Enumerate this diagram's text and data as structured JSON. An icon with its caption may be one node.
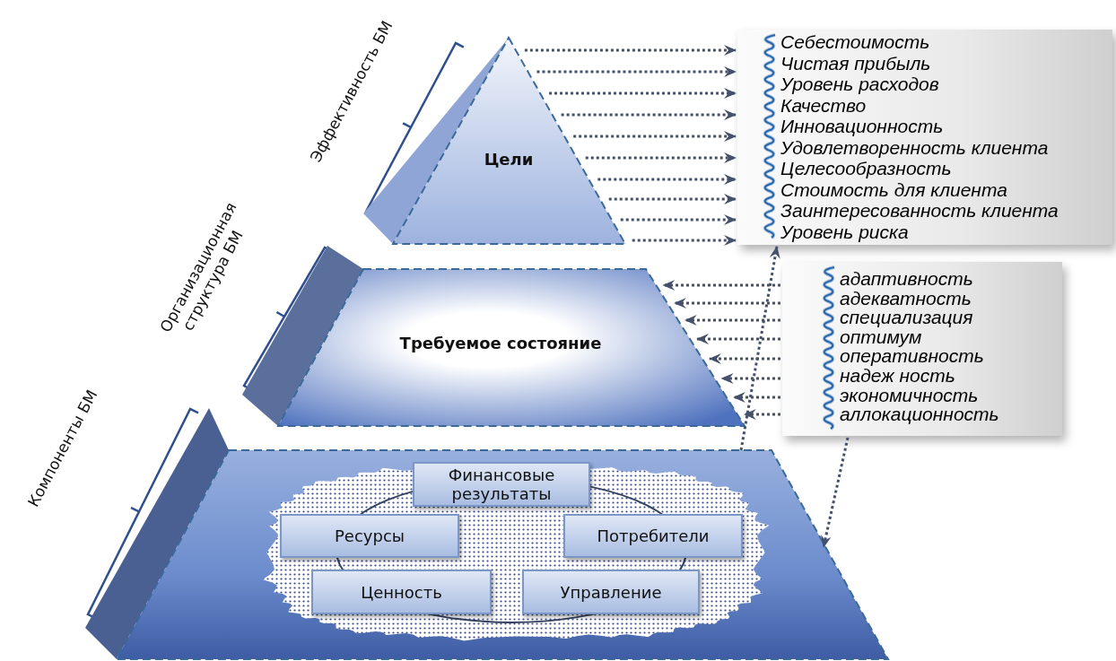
{
  "diagram": {
    "nodes": [
      {
        "text": [
          "Цели"
        ]
      },
      {
        "text": [
          "Требуемое состояние"
        ]
      },
      {
        "text": [],
        "shape": "trapezoid"
      },
      {
        "text": [],
        "shape": "cloud",
        "in": 2
      },
      {
        "text": [
          "Финансовые результаты"
        ],
        "in": 3
      },
      {
        "text": [
          "Ресурсы"
        ],
        "in": 3
      },
      {
        "text": [
          "Потребители"
        ],
        "in": 3
      },
      {
        "text": [
          "Ценность"
        ],
        "in": 3
      },
      {
        "text": [
          "Управление"
        ],
        "in": 3
      },
      {
        "text": [
          "Себестоимость",
          "Чистая прибыль",
          "Уровень расходов",
          "Качество",
          "Инновационность",
          "Удовлетворенность клиента",
          "Целесообразность",
          "Стоимость для клиента",
          "Заинтересованность клиента",
          "Уровень риска"
        ]
      },
      {
        "text": [
          "адаптивность",
          "адекватность",
          "специализация",
          "оптимум",
          "оперативность",
          "надеж ность",
          "экономичность",
          "аллокационность"
        ]
      }
    ],
    "edges": [
      {
        "from": 0,
        "to": 9,
        "arrow": "to"
      },
      {
        "from": 0,
        "to": 9,
        "arrow": "to"
      },
      {
        "from": 0,
        "to": 9,
        "arrow": "to"
      },
      {
        "from": 0,
        "to": 9,
        "arrow": "to"
      },
      {
        "from": 0,
        "to": 9,
        "arrow": "to"
      },
      {
        "from": 0,
        "to": 9,
        "arrow": "to"
      },
      {
        "from": 0,
        "to": 9,
        "arrow": "to"
      },
      {
        "from": 0,
        "to": 9,
        "arrow": "to"
      },
      {
        "from": 0,
        "to": 9,
        "arrow": "to"
      },
      {
        "from": 0,
        "to": 9,
        "arrow": "to"
      },
      {
        "from": 10,
        "to": 1,
        "arrow": "to"
      },
      {
        "from": 10,
        "to": 1,
        "arrow": "to"
      },
      {
        "from": 10,
        "to": 1,
        "arrow": "to"
      },
      {
        "from": 10,
        "to": 1,
        "arrow": "to"
      },
      {
        "from": 10,
        "to": 1,
        "arrow": "to"
      },
      {
        "from": 10,
        "to": 1,
        "arrow": "to"
      },
      {
        "from": 10,
        "to": 1,
        "arrow": "to"
      },
      {
        "from": 10,
        "to": 1,
        "arrow": "to"
      },
      {
        "from": 2,
        "to": 9,
        "arrow": "to"
      },
      {
        "from": 10,
        "to": 2,
        "arrow": "to"
      }
    ],
    "labels": [
      "Эффективность БМ",
      "Организационная структура БМ",
      "Компоненты БМ"
    ]
  }
}
